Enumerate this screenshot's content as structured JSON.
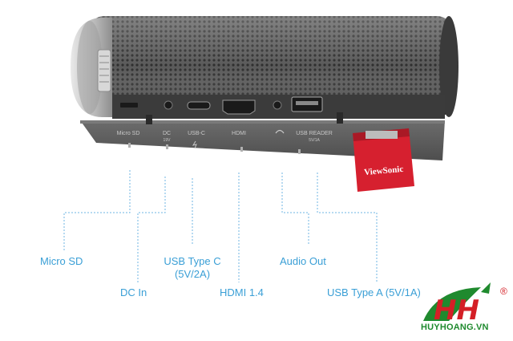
{
  "panel_labels": {
    "micro_sd": "Micro SD",
    "dc": "DC",
    "dc_volt": "19V",
    "usbc": "USB-C",
    "hdmi": "HDMI",
    "usb_reader": "USB READER",
    "usb_reader_sub": "5V/1A"
  },
  "tag_brand": "ViewSonic",
  "callouts": {
    "micro_sd": "Micro SD",
    "dc_in": "DC In",
    "usb_type_c_line1": "USB Type C",
    "usb_type_c_line2": "(5V/2A)",
    "hdmi": "HDMI 1.4",
    "audio_out": "Audio Out",
    "usb_type_a": "USB Type A (5V/1A)"
  },
  "watermark": {
    "text": "HUYHOANG.VN",
    "registered": "®"
  },
  "colors": {
    "callout_text": "#3a9fd6",
    "leader_line": "#6fb6e3",
    "body_dark": "#4a4a4a",
    "tag_red": "#d6202f",
    "logo_green": "#1f8a2e",
    "logo_red": "#d41f26"
  }
}
